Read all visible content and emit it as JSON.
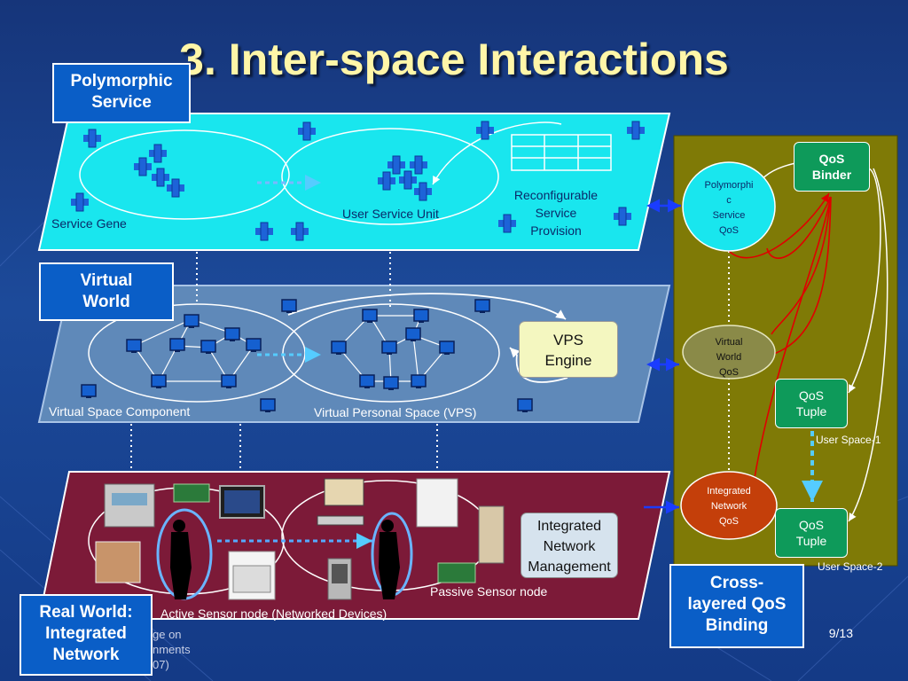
{
  "title": "3. Inter-space Interactions",
  "labels": {
    "polymorphic_service": "Polymorphic\nService",
    "virtual_world": "Virtual\nWorld",
    "real_world": "Real World:\nIntegrated\nNetwork",
    "cross_layered": "Cross-\nlayered QoS\nBinding",
    "service_gene": "Service Gene",
    "user_service_unit": "User Service Unit",
    "reconfigurable": "Reconfigurable\nService\nProvision",
    "vps_engine": "VPS\nEngine",
    "virtual_space_component": "Virtual Space Component",
    "virtual_personal_space": "Virtual Personal Space (VPS)",
    "integrated_network_management": "Integrated\nNetwork\nManagement",
    "passive_sensor": "Passive Sensor node",
    "active_sensor": "Active Sensor node (Networked Devices)"
  },
  "qos": {
    "binder": "QoS\nBinder",
    "polymorphic": "Polymorphi\nc\nService\nQoS",
    "virtual_world": "Virtual\nWorld\nQoS",
    "integrated": "Integrated\nNetwork\nQoS",
    "tuple1": "QoS\nTuple",
    "tuple2": "QoS\nTuple",
    "user_space_1": "User Space-1",
    "user_space_2": "User Space-2"
  },
  "footer": "ge on\nnments\n07)",
  "page_number": "9/13",
  "colors": {
    "service_layer": "#19e6ee",
    "virtual_layer": "#5f89b9",
    "real_layer": "#7c1a38",
    "qos_panel": "#7f7a06",
    "title": "#fff6a8"
  }
}
